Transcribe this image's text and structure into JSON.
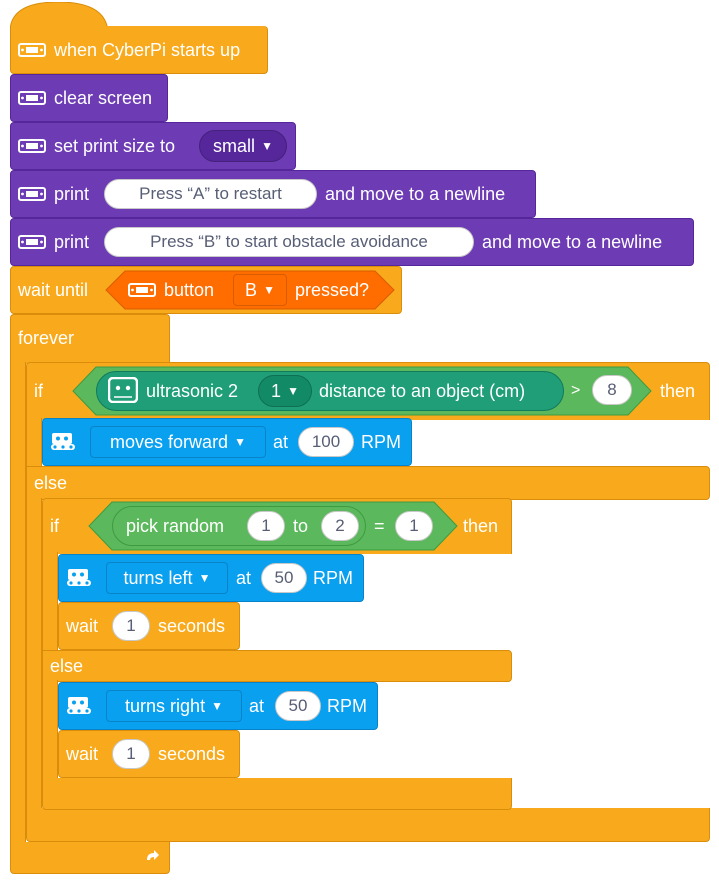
{
  "hat": {
    "label": "when CyberPi starts up"
  },
  "clear": {
    "label": "clear screen"
  },
  "size": {
    "label": "set print size to",
    "value": "small"
  },
  "print1": {
    "label": "print",
    "text": "Press “A” to restart",
    "suffix": "and move to a newline"
  },
  "print2": {
    "label": "print",
    "text": "Press “B” to start obstacle avoidance",
    "suffix": "and move to a newline"
  },
  "wait_until": {
    "label": "wait until",
    "sensor": "button",
    "value": "B",
    "suffix": "pressed?"
  },
  "forever": {
    "label": "forever"
  },
  "if1": {
    "if": "if",
    "sensor": "ultrasonic 2",
    "port": "1",
    "measure": "distance to an object (cm)",
    "op": ">",
    "threshold": "8",
    "then": "then",
    "else": "else"
  },
  "forward": {
    "action": "moves forward",
    "at": "at",
    "rpm": "100",
    "unit": "RPM"
  },
  "if2": {
    "if": "if",
    "func": "pick random",
    "from": "1",
    "to": "to",
    "to_val": "2",
    "op": "=",
    "compare": "1",
    "then": "then",
    "else": "else"
  },
  "left": {
    "action": "turns left",
    "at": "at",
    "rpm": "50",
    "unit": "RPM"
  },
  "wait1": {
    "label": "wait",
    "value": "1",
    "unit": "seconds"
  },
  "right": {
    "action": "turns right",
    "at": "at",
    "rpm": "50",
    "unit": "RPM"
  },
  "wait2": {
    "label": "wait",
    "value": "1",
    "unit": "seconds"
  },
  "colors": {
    "events": "#f9aa1c",
    "display": "#6d3bb3",
    "motion": "#0aa0f0",
    "sensing": "#ff6d00",
    "operators": "#5cb85c"
  },
  "icons": [
    "cyberpi-icon",
    "ultrasonic-sensor-icon",
    "mbot-icon",
    "loop-arrow-icon"
  ]
}
